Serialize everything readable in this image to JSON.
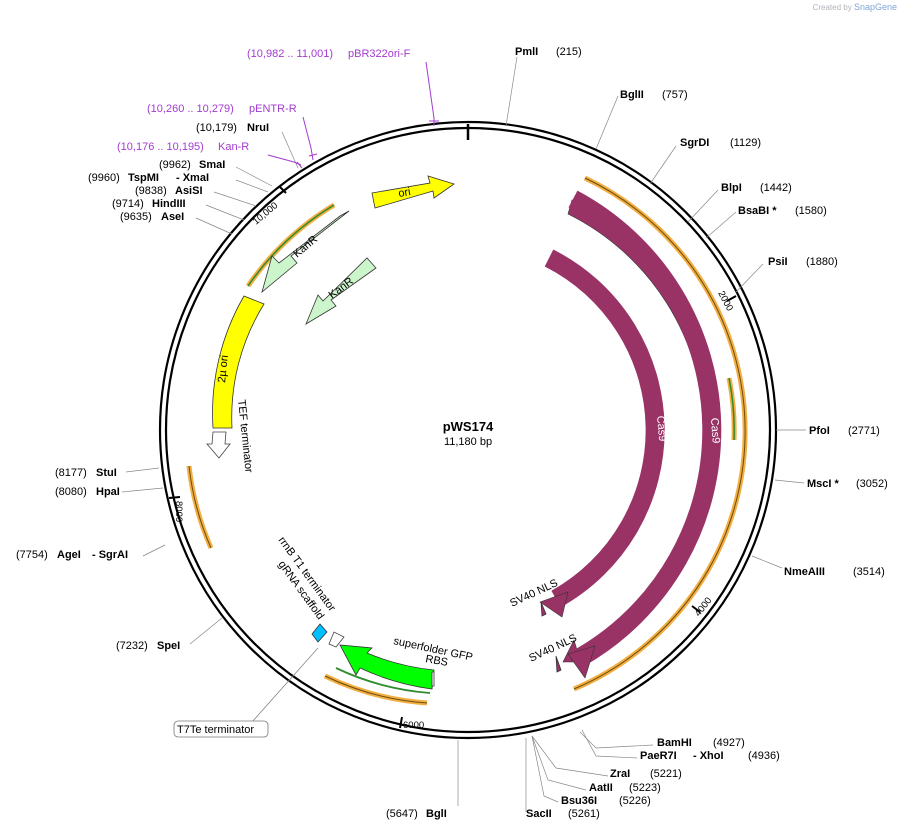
{
  "brand": {
    "created_by": "Created by",
    "app": "SnapGene"
  },
  "plasmid": {
    "name": "pWS174",
    "length_label": "11,180 bp",
    "length_bp": 11180
  },
  "scale_ticks": [
    {
      "bp": 2000,
      "label": "2000"
    },
    {
      "bp": 4000,
      "label": "4000"
    },
    {
      "bp": 6000,
      "label": "6000"
    },
    {
      "bp": 8000,
      "label": "8000"
    },
    {
      "bp": 10000,
      "label": "10,000"
    }
  ],
  "enzymes": [
    {
      "name": "PmlI",
      "pos": "(215)"
    },
    {
      "name": "BglII",
      "pos": "(757)"
    },
    {
      "name": "SgrDI",
      "pos": "(1129)"
    },
    {
      "name": "BlpI",
      "pos": "(1442)"
    },
    {
      "name": "BsaBI *",
      "pos": "(1580)"
    },
    {
      "name": "PsiI",
      "pos": "(1880)"
    },
    {
      "name": "PfoI",
      "pos": "(2771)"
    },
    {
      "name": "MscI *",
      "pos": "(3052)"
    },
    {
      "name": "NmeAIII",
      "pos": "(3514)"
    },
    {
      "name": "BamHI",
      "pos": "(4927)"
    },
    {
      "name": "PaeR7I",
      "name2": "- XhoI",
      "pos": "(4936)"
    },
    {
      "name": "ZraI",
      "pos": "(5221)"
    },
    {
      "name": "AatII",
      "pos": "(5223)"
    },
    {
      "name": "Bsu36I",
      "pos": "(5226)"
    },
    {
      "name": "SacII",
      "pos": "(5261)"
    },
    {
      "name": "BglI",
      "pos": "(5647)"
    },
    {
      "name": "SpeI",
      "pos": "(7232)"
    },
    {
      "name": "AgeI",
      "name2": "- SgrAI",
      "pos": "(7754)"
    },
    {
      "name": "HpaI",
      "pos": "(8080)"
    },
    {
      "name": "StuI",
      "pos": "(8177)"
    },
    {
      "name": "AseI",
      "pos": "(9635)"
    },
    {
      "name": "HindIII",
      "pos": "(9714)"
    },
    {
      "name": "AsiSI",
      "pos": "(9838)"
    },
    {
      "name": "TspMI",
      "name2": "- XmaI",
      "pos": "(9960)"
    },
    {
      "name": "SmaI",
      "pos": "(9962)"
    },
    {
      "name": "NruI",
      "pos": "(10,179)"
    }
  ],
  "primers": [
    {
      "range": "(10,982 .. 11,001)",
      "name": "pBR322ori-F"
    },
    {
      "range": "(10,260 .. 10,279)",
      "name": "pENTR-R"
    },
    {
      "range": "(10,176 .. 10,195)",
      "name": "Kan-R"
    }
  ],
  "features": [
    {
      "name": "ori",
      "color": "#ffff00"
    },
    {
      "name": "KanR",
      "color": "#ccf5cc"
    },
    {
      "name": "KanR",
      "color": "#ccf5cc"
    },
    {
      "name": "2µ ori",
      "color": "#ffff00"
    },
    {
      "name": "TEF terminator",
      "color": "#ffffff"
    },
    {
      "name": "Cas9",
      "color": "#993366"
    },
    {
      "name": "Cas9",
      "color": "#993366"
    },
    {
      "name": "SV40 NLS",
      "color": "#993366"
    },
    {
      "name": "SV40 NLS",
      "color": "#993366"
    },
    {
      "name": "superfolder GFP",
      "color": "#00ff00"
    },
    {
      "name": "RBS",
      "color": "#ffffff"
    },
    {
      "name": "rrnB T1 terminator",
      "color": "#ffffff"
    },
    {
      "name": "gRNA scaffold",
      "color": "#00bfff"
    },
    {
      "name": "T7Te terminator",
      "color": "#ffffff"
    }
  ],
  "colors": {
    "backbone": "#000000",
    "orf_outline": "#f0a020",
    "orf_inner": "#2e8b2e",
    "primer": "#a43bd1"
  }
}
